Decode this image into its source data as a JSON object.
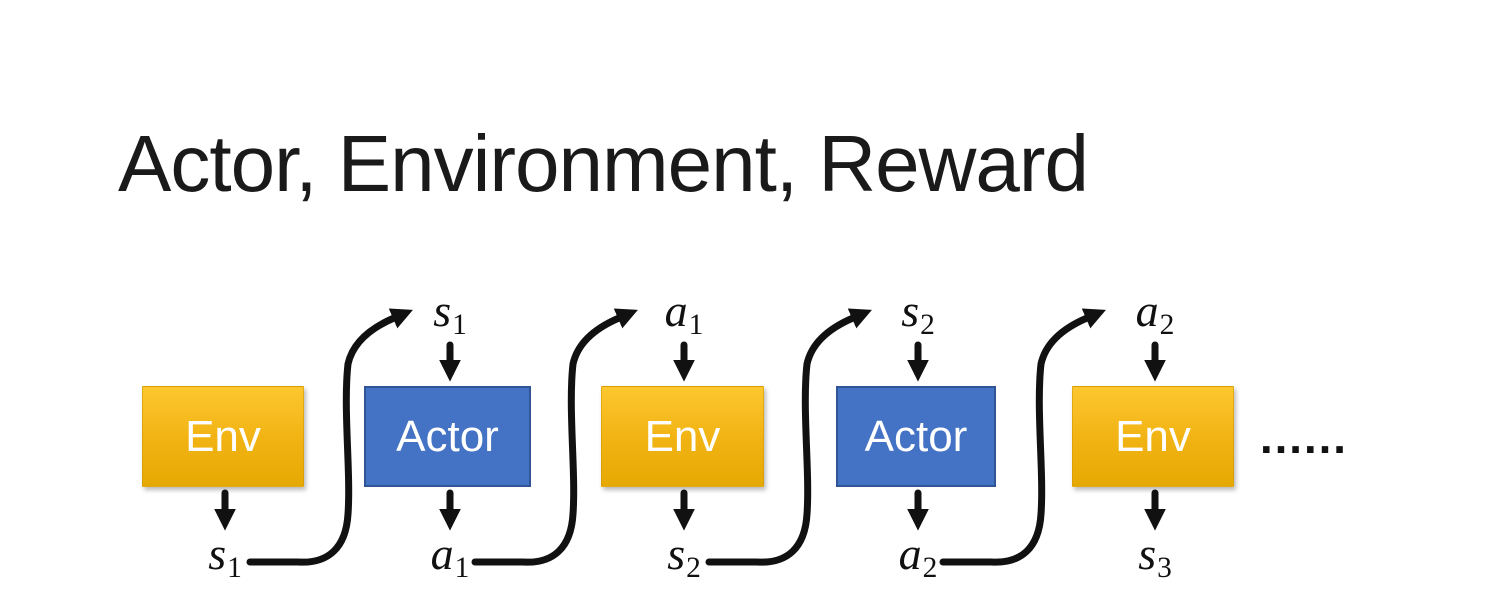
{
  "title": "Actor, Environment, Reward",
  "colors": {
    "env_top": "#FDC72F",
    "env_mid": "#F2B414",
    "env_bottom": "#E6A802",
    "actor_fill": "#4472C4",
    "actor_border": "#2F5597",
    "arrow": "#111111",
    "box_text": "#FFFFFF",
    "title_text": "#1A1A1A",
    "label_text": "#111111"
  },
  "diagram": {
    "boxes": [
      {
        "kind": "env",
        "label": "Env"
      },
      {
        "kind": "actor",
        "label": "Actor"
      },
      {
        "kind": "env",
        "label": "Env"
      },
      {
        "kind": "actor",
        "label": "Actor"
      },
      {
        "kind": "env",
        "label": "Env"
      }
    ],
    "top_labels": [
      {
        "base": "s",
        "sub": "1"
      },
      {
        "base": "a",
        "sub": "1"
      },
      {
        "base": "s",
        "sub": "2"
      },
      {
        "base": "a",
        "sub": "2"
      }
    ],
    "bottom_labels": [
      {
        "base": "s",
        "sub": "1"
      },
      {
        "base": "a",
        "sub": "1"
      },
      {
        "base": "s",
        "sub": "2"
      },
      {
        "base": "a",
        "sub": "2"
      },
      {
        "base": "s",
        "sub": "3"
      }
    ],
    "ellipsis": "……"
  }
}
